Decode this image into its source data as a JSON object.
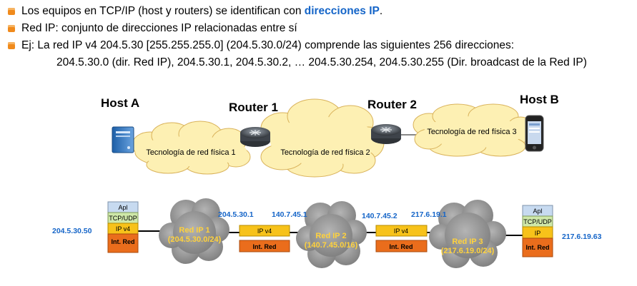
{
  "bullets": [
    {
      "text": "Los equipos en TCP/IP (host y routers) se identifican con ",
      "highlight": "direcciones IP",
      "after": "."
    },
    {
      "text": "Red IP: conjunto de direcciones IP relacionadas entre sí"
    },
    {
      "text": "Ej: La red IP v4 204.5.30 [255.255.255.0]  (204.5.30.0/24)  comprende las siguientes 256 direcciones:"
    }
  ],
  "bullet_indent": "204.5.30.0 (dir. Red IP), 204.5.30.1, 204.5.30.2, … 204.5.30.254, 204.5.30.255 (Dir. broadcast de la Red IP)",
  "physical": {
    "host_a": "Host A",
    "host_b": "Host B",
    "router1": "Router 1",
    "router2": "Router 2",
    "cloud1": "Tecnología de red física 1",
    "cloud2": "Tecnología de red física 2",
    "cloud3": "Tecnología de red física 3"
  },
  "logical": {
    "stack_a": [
      "Apl",
      "TCP/UDP",
      "IP v4",
      "Int. Red"
    ],
    "stack_b": [
      "Apl",
      "TCP/UDP",
      "IP",
      "Int. Red"
    ],
    "router_ip": "IP v4",
    "router_int": "Int. Red",
    "net1": [
      "Red IP 1",
      "(204.5.30.0/24)"
    ],
    "net2": [
      "Red IP 2",
      "(140.7.45.0/16)"
    ],
    "net3": [
      "Red IP 3",
      "(217.6.19.0/24)"
    ],
    "addr_host_a": "204.5.30.50",
    "addr_r1_left": "204.5.30.1",
    "addr_r1_right": "140.7.45.1",
    "addr_r2_left": "140.7.45.2",
    "addr_r2_right": "217.6.19.1",
    "addr_host_b": "217.6.19.63"
  },
  "colors": {
    "bullet": "#f08a1c",
    "highlight": "#1565c8",
    "address": "#1565c8",
    "cloud_fill": "#fdf0b3",
    "gray_cloud": "#8e8e8e",
    "apl": "#c7daf0",
    "tcp": "#cfe8a9",
    "ip": "#f7c21a",
    "int": "#ea6d1c"
  }
}
